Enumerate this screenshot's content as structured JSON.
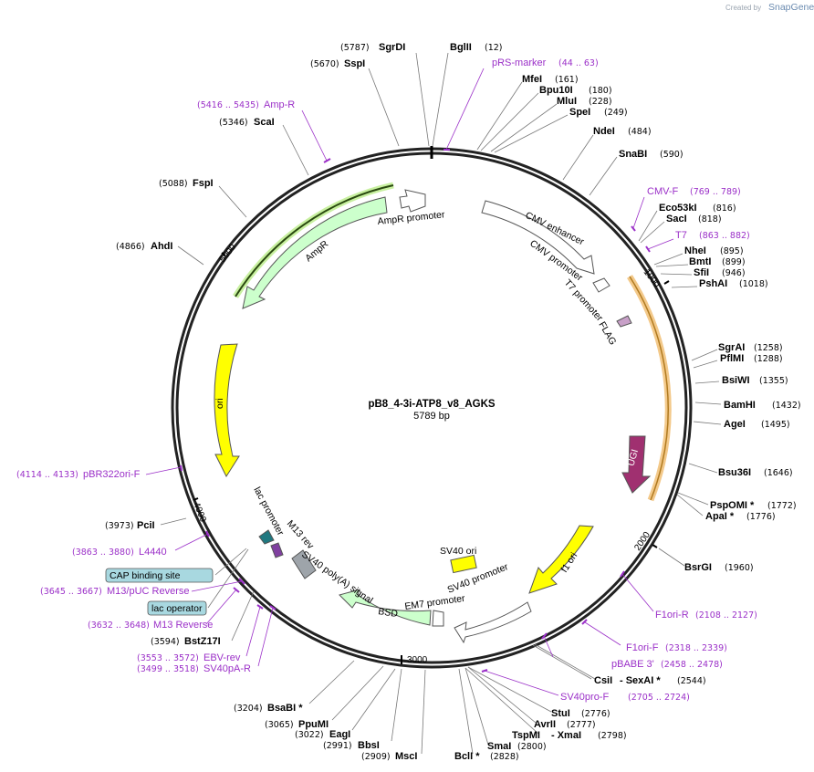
{
  "credit": {
    "text": "Created by",
    "brand": "SnapGene"
  },
  "plasmid": {
    "name": "pB8_4-3i-ATP8_v8_AGKS",
    "size_label": "5789 bp",
    "length": 5789
  },
  "ticks": [
    "1000",
    "2000",
    "3000",
    "4000",
    "5000"
  ],
  "features": [
    {
      "name": "CMV enhancer",
      "start": 370,
      "end": 673,
      "color": "#ffffff"
    },
    {
      "name": "CMV promoter",
      "start": 674,
      "end": 877,
      "color": "#ffffff"
    },
    {
      "name": "T7 promoter",
      "start": 863,
      "end": 882,
      "color": "#ffffff"
    },
    {
      "name": "FLAG",
      "start": 1030,
      "end": 1060,
      "color": "#c8a0c8"
    },
    {
      "name": "UGI",
      "start": 1560,
      "end": 1780,
      "color": "#a03070"
    },
    {
      "name": "f1 ori",
      "start": 1990,
      "end": 2420,
      "color": "#ffff00"
    },
    {
      "name": "SV40 promoter",
      "start": 2430,
      "end": 2760,
      "color": "#ffffff"
    },
    {
      "name": "SV40 ori",
      "start": 2610,
      "end": 2700,
      "color": "#ffff00"
    },
    {
      "name": "EM7 promoter",
      "start": 2790,
      "end": 2837,
      "color": "#ffffff"
    },
    {
      "name": "BSD",
      "start": 2856,
      "end": 3254,
      "color": "#ccffcc"
    },
    {
      "name": "SV40 poly(A) signal",
      "start": 3385,
      "end": 3506,
      "color": "#999999"
    },
    {
      "name": "M13 rev",
      "start": 3632,
      "end": 3648,
      "color": "#8040a0"
    },
    {
      "name": "lac promoter",
      "start": 3680,
      "end": 3710,
      "color": "#ffffff"
    },
    {
      "name": "CAP binding site",
      "start": 3730,
      "end": 3751,
      "color": "#40a0b0"
    },
    {
      "name": "ori",
      "start": 3950,
      "end": 4538,
      "color": "#ffff00"
    },
    {
      "name": "AmpR",
      "start": 4709,
      "end": 5569,
      "color": "#ccffcc"
    },
    {
      "name": "AmpR promoter",
      "start": 5570,
      "end": 5674,
      "color": "#ffffff"
    }
  ],
  "cut_sites": [
    {
      "name": "SgrDI",
      "pos": "(5787)"
    },
    {
      "name": "BglII",
      "pos": "(12)"
    },
    {
      "name": "SspI",
      "pos": "(5670)"
    },
    {
      "name": "MfeI",
      "pos": "(161)"
    },
    {
      "name": "Bpu10I",
      "pos": "(180)"
    },
    {
      "name": "MluI",
      "pos": "(228)"
    },
    {
      "name": "SpeI",
      "pos": "(249)"
    },
    {
      "name": "ScaI",
      "pos": "(5346)"
    },
    {
      "name": "NdeI",
      "pos": "(484)"
    },
    {
      "name": "SnaBI",
      "pos": "(590)"
    },
    {
      "name": "FspI",
      "pos": "(5088)"
    },
    {
      "name": "Eco53kI",
      "pos": "(816)"
    },
    {
      "name": "SacI",
      "pos": "(818)"
    },
    {
      "name": "AhdI",
      "pos": "(4866)"
    },
    {
      "name": "NheI",
      "pos": "(895)"
    },
    {
      "name": "BmtI",
      "pos": "(899)"
    },
    {
      "name": "SfiI",
      "pos": "(946)"
    },
    {
      "name": "PshAI",
      "pos": "(1018)"
    },
    {
      "name": "SgrAI",
      "pos": "(1258)"
    },
    {
      "name": "PflMI",
      "pos": "(1288)"
    },
    {
      "name": "BsiWI",
      "pos": "(1355)"
    },
    {
      "name": "BamHI",
      "pos": "(1432)"
    },
    {
      "name": "AgeI",
      "pos": "(1495)"
    },
    {
      "name": "Bsu36I",
      "pos": "(1646)"
    },
    {
      "name": "PspOMI *",
      "pos": "(1772)"
    },
    {
      "name": "ApaI *",
      "pos": "(1776)"
    },
    {
      "name": "PciI",
      "pos": "(3973)"
    },
    {
      "name": "BsrGI",
      "pos": "(1960)"
    },
    {
      "name": "BstZ17I",
      "pos": "(3594)"
    },
    {
      "name": "CsiI",
      "pos": ""
    },
    {
      "name": "- SexAI *",
      "pos": "(2544)"
    },
    {
      "name": "StuI",
      "pos": "(2776)"
    },
    {
      "name": "AvrII",
      "pos": "(2777)"
    },
    {
      "name": "TspMI",
      "pos": ""
    },
    {
      "name": "- XmaI",
      "pos": "(2798)"
    },
    {
      "name": "SmaI",
      "pos": "(2800)"
    },
    {
      "name": "BclI *",
      "pos": "(2828)"
    },
    {
      "name": "MscI",
      "pos": "(2909)"
    },
    {
      "name": "BbsI",
      "pos": "(2991)"
    },
    {
      "name": "EagI",
      "pos": "(3022)"
    },
    {
      "name": "PpuMI",
      "pos": "(3065)"
    },
    {
      "name": "BsaBI *",
      "pos": "(3204)"
    }
  ],
  "primers": [
    {
      "name": "pRS-marker",
      "pos": "(44 .. 63)"
    },
    {
      "name": "Amp-R",
      "pos": "(5416 .. 5435)"
    },
    {
      "name": "CMV-F",
      "pos": "(769 .. 789)"
    },
    {
      "name": "T7",
      "pos": "(863 .. 882)"
    },
    {
      "name": "pBR322ori-F",
      "pos": "(4114 .. 4133)"
    },
    {
      "name": "L4440",
      "pos": "(3863 .. 3880)"
    },
    {
      "name": "M13/pUC Reverse",
      "pos": "(3645 .. 3667)"
    },
    {
      "name": "M13 Reverse",
      "pos": "(3632 .. 3648)"
    },
    {
      "name": "EBV-rev",
      "pos": "(3553 .. 3572)"
    },
    {
      "name": "SV40pA-R",
      "pos": "(3499 .. 3518)"
    },
    {
      "name": "F1ori-R",
      "pos": "(2108 .. 2127)"
    },
    {
      "name": "F1ori-F",
      "pos": "(2318 .. 2339)"
    },
    {
      "name": "pBABE 3'",
      "pos": "(2458 .. 2478)"
    },
    {
      "name": "SV40pro-F",
      "pos": "(2705 .. 2724)"
    }
  ],
  "boxes": [
    {
      "name": "CAP binding site",
      "color": "#a8d8e0"
    },
    {
      "name": "lac operator",
      "color": "#a8d8e0"
    }
  ],
  "annotations": {
    "ampR_primer_bar": "AmpR",
    "ugi_bar": "UGI"
  }
}
